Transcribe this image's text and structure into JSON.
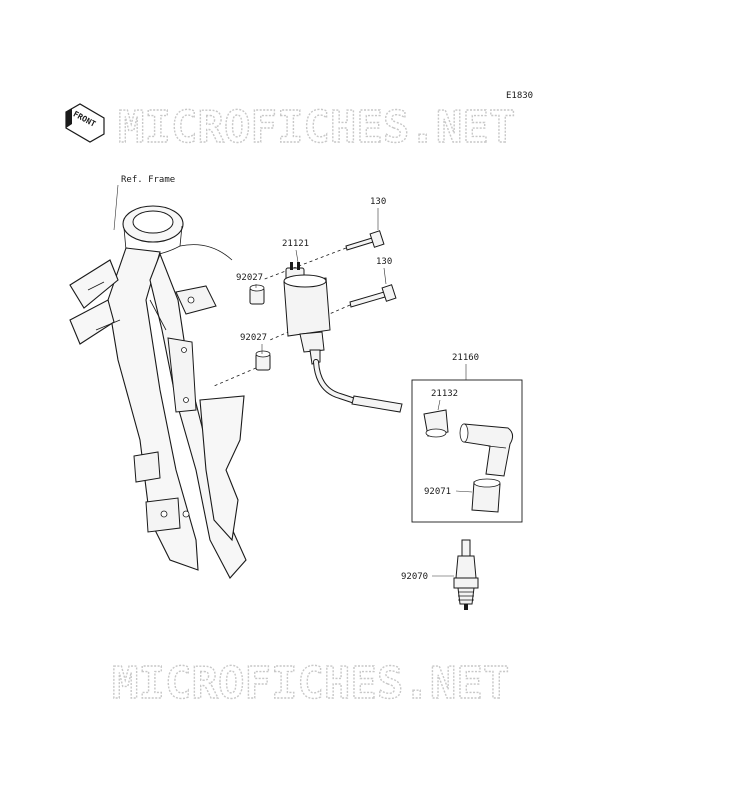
{
  "diagram_code": "E1830",
  "front_badge": "FRONT",
  "watermark_text": "MICROFICHES.NET",
  "labels": {
    "ref_frame": "Ref. Frame",
    "bolt_upper": "130",
    "bolt_lower": "130",
    "ignition_coil": "21121",
    "collar_upper": "92027",
    "collar_lower": "92027",
    "cap_assembly": "21160",
    "cap": "21132",
    "seal": "92071",
    "spark_plug": "92070"
  },
  "colors": {
    "line": "#1a1a1a",
    "watermark": "#c8c8c8",
    "background": "#ffffff"
  }
}
